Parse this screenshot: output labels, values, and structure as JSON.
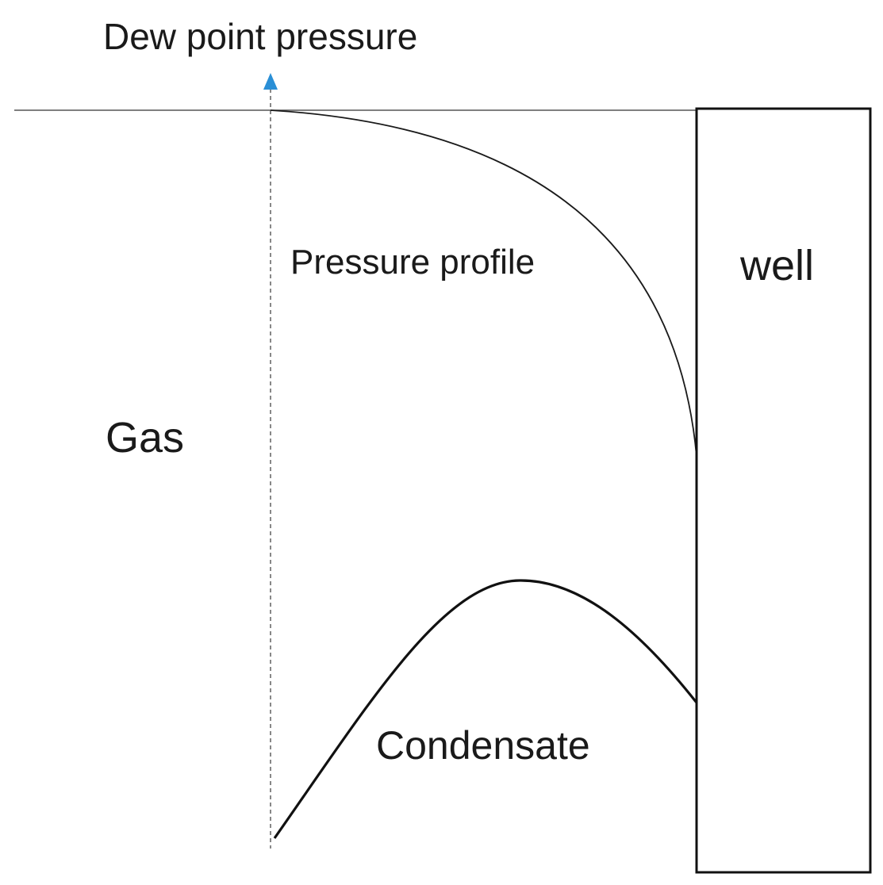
{
  "labels": {
    "dew_point": "Dew point pressure",
    "pressure_profile": "Pressure profile",
    "well": "well",
    "gas": "Gas",
    "condensate": "Condensate"
  },
  "colors": {
    "line": "#1a1a1a",
    "arrow": "#2a8fd6",
    "dashed": "#555555"
  }
}
